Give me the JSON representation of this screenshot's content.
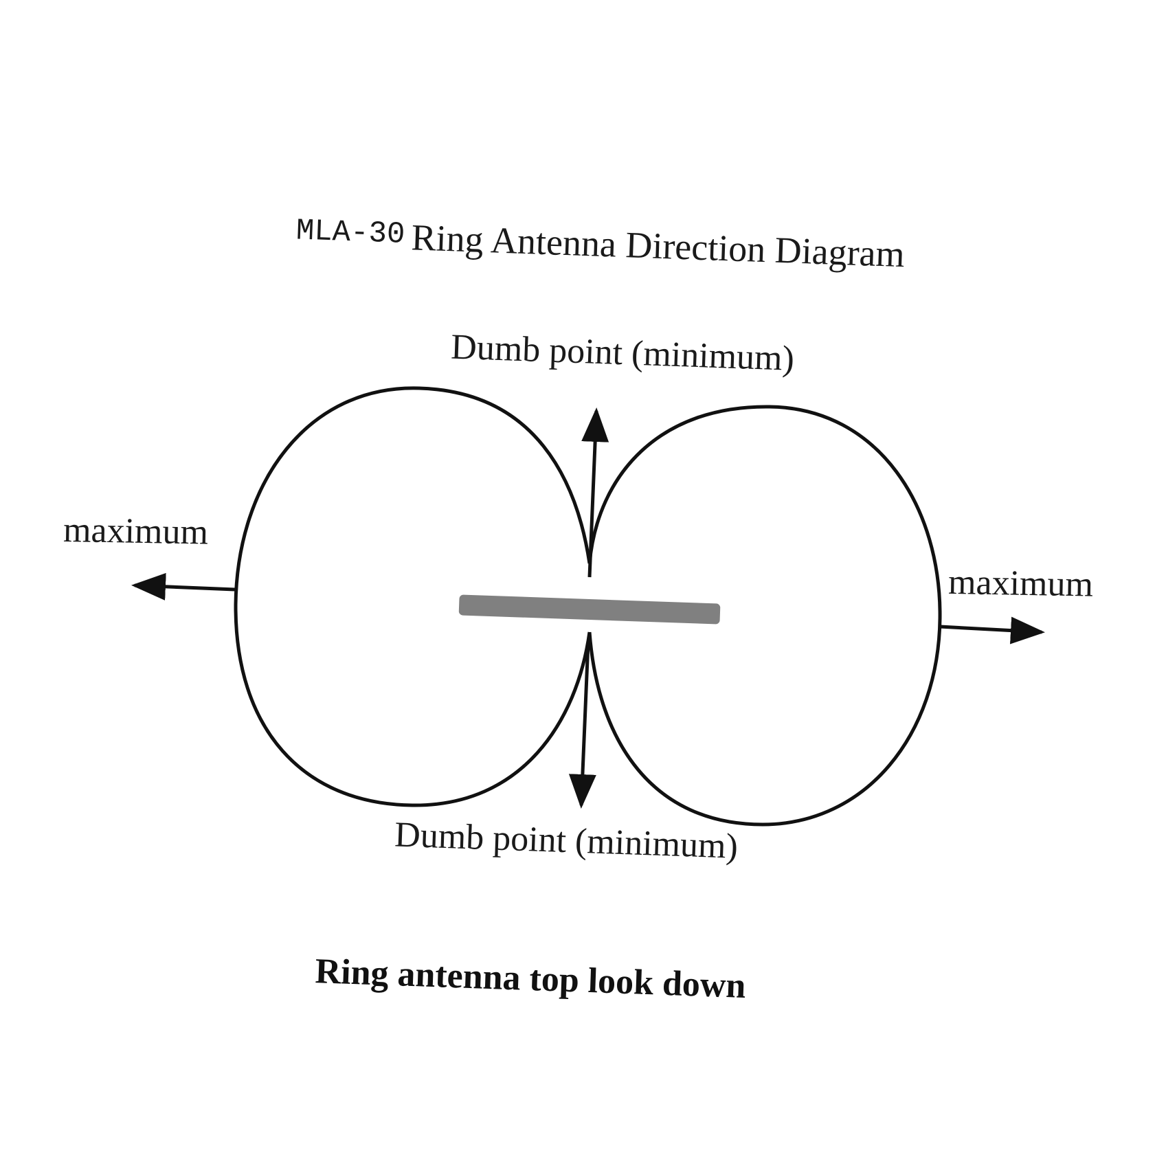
{
  "title": {
    "model": "MLA-30",
    "text": "Ring Antenna Direction Diagram"
  },
  "labels": {
    "top_null": "Dumb point (minimum)",
    "bottom_null": "Dumb point (minimum)",
    "left_max": "maximum",
    "right_max": "maximum"
  },
  "caption": "Ring antenna top look down",
  "colors": {
    "stroke": "#111111",
    "antenna_bar": "#808080",
    "background": "#ffffff"
  }
}
